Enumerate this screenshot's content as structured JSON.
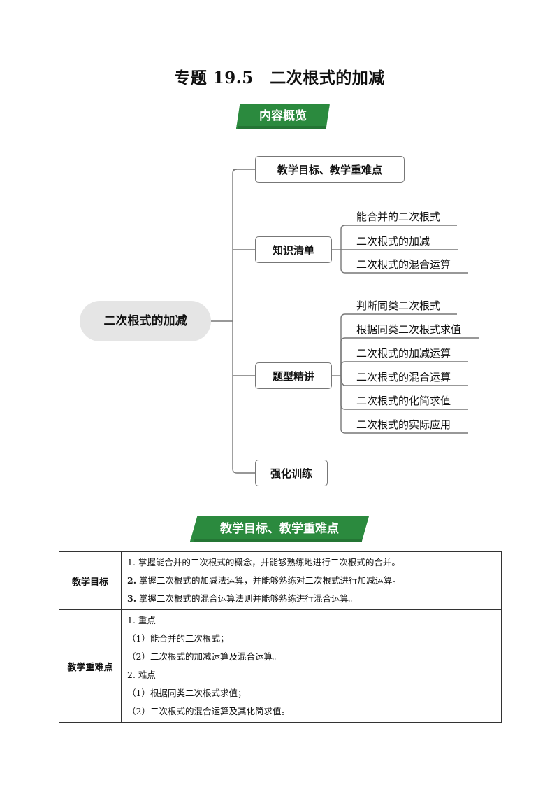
{
  "title": "专题 19.5　二次根式的加减",
  "banners": {
    "overview": "内容概览",
    "objectives": "教学目标、教学重难点"
  },
  "mindmap": {
    "root": "二次根式的加减",
    "branches": [
      {
        "label": "教学目标、教学重难点",
        "children": []
      },
      {
        "label": "知识清单",
        "children": [
          "能合并的二次根式",
          "二次根式的加减",
          "二次根式的混合运算"
        ]
      },
      {
        "label": "题型精讲",
        "children": [
          "判断同类二次根式",
          "根据同类二次根式求值",
          "二次根式的加减运算",
          "二次根式的混合运算",
          "二次根式的化简求值",
          "二次根式的实际应用"
        ]
      },
      {
        "label": "强化训练",
        "children": []
      }
    ]
  },
  "table": {
    "rows": [
      {
        "label": "教学目标",
        "lines": [
          {
            "num": "1.",
            "text": "掌握能合并的二次根式的概念，并能够熟练地进行二次根式的合并。"
          },
          {
            "num": "2.",
            "text": "掌握二次根式的加减法运算，并能够熟练对二次根式进行加减运算。"
          },
          {
            "num": "3.",
            "text": "掌握二次根式的混合运算法则并能够熟练进行混合运算。"
          }
        ]
      },
      {
        "label": "教学重难点",
        "lines": [
          {
            "num": "1.",
            "text": "重点"
          },
          {
            "num": "（1）",
            "text": "能合并的二次根式；"
          },
          {
            "num": "（2）",
            "text": "二次根式的加减运算及混合运算。"
          },
          {
            "num": "2.",
            "text": "难点"
          },
          {
            "num": "（1）",
            "text": "根据同类二次根式求值；"
          },
          {
            "num": "（2）",
            "text": "二次根式的混合运算及其化简求值。"
          }
        ]
      }
    ]
  }
}
